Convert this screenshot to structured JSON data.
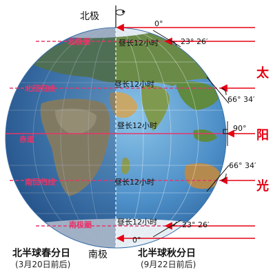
{
  "poles": {
    "north": "北极",
    "south": "南极"
  },
  "circles": {
    "arctic": "北极圈",
    "tropic_cancer": "北回归线",
    "equator": "赤道",
    "tropic_capricorn": "南回归线",
    "antarctic": "南极圈"
  },
  "day_length": {
    "arctic": "昼长12小时",
    "tropic_cancer": "昼长12小时",
    "equator": "昼长12小时",
    "tropic_capricorn": "昼长12小时",
    "antarctic": "昼长12小时"
  },
  "angles": {
    "north_pole": "0°",
    "arctic": "23° 26′",
    "tropic_cancer": "66° 34′",
    "equator": "90°",
    "tropic_capricorn": "66° 34′",
    "antarctic": "23° 26′",
    "south_pole": "0°"
  },
  "sun": [
    "太",
    "阳",
    "光"
  ],
  "captions": {
    "left_title": "北半球春分日",
    "left_date": "(3月20日前后)",
    "right_title": "北半球秋分日",
    "right_date": "(9月22日前后)"
  },
  "colors": {
    "ray": "#e60012",
    "circle_line": "#e8356a",
    "ocean": "#5b9fd2",
    "night_shade": "#1d3d6e"
  }
}
